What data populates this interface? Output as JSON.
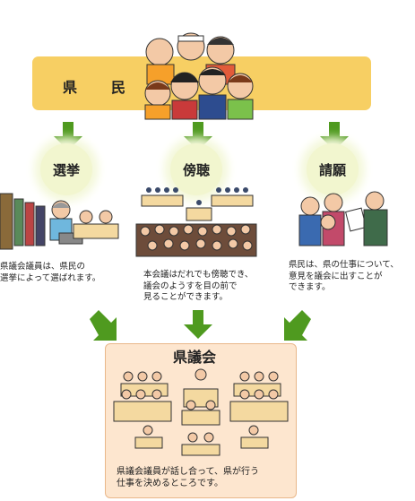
{
  "top": {
    "title": "県　民"
  },
  "labels": {
    "election": "選挙",
    "gallery": "傍聴",
    "petition": "請願"
  },
  "descriptions": {
    "election": "県議会議員は、県民の\n選挙によって選ばれます。",
    "gallery": "本会議はだれでも傍聴でき、\n議会のようすを目の前で\n見ることができます。",
    "petition": "県民は、県の仕事について、\n意見を議会に出すことが\nできます。"
  },
  "council": {
    "title": "県議会",
    "description": "県議会議員が話し合って、県が行う\n仕事を決めるところです。"
  },
  "colors": {
    "arrow": "#4f9a1f",
    "banner": "#f7cf63",
    "council_bg": "#fde6cf",
    "label_bg": "#f2f6cf"
  }
}
